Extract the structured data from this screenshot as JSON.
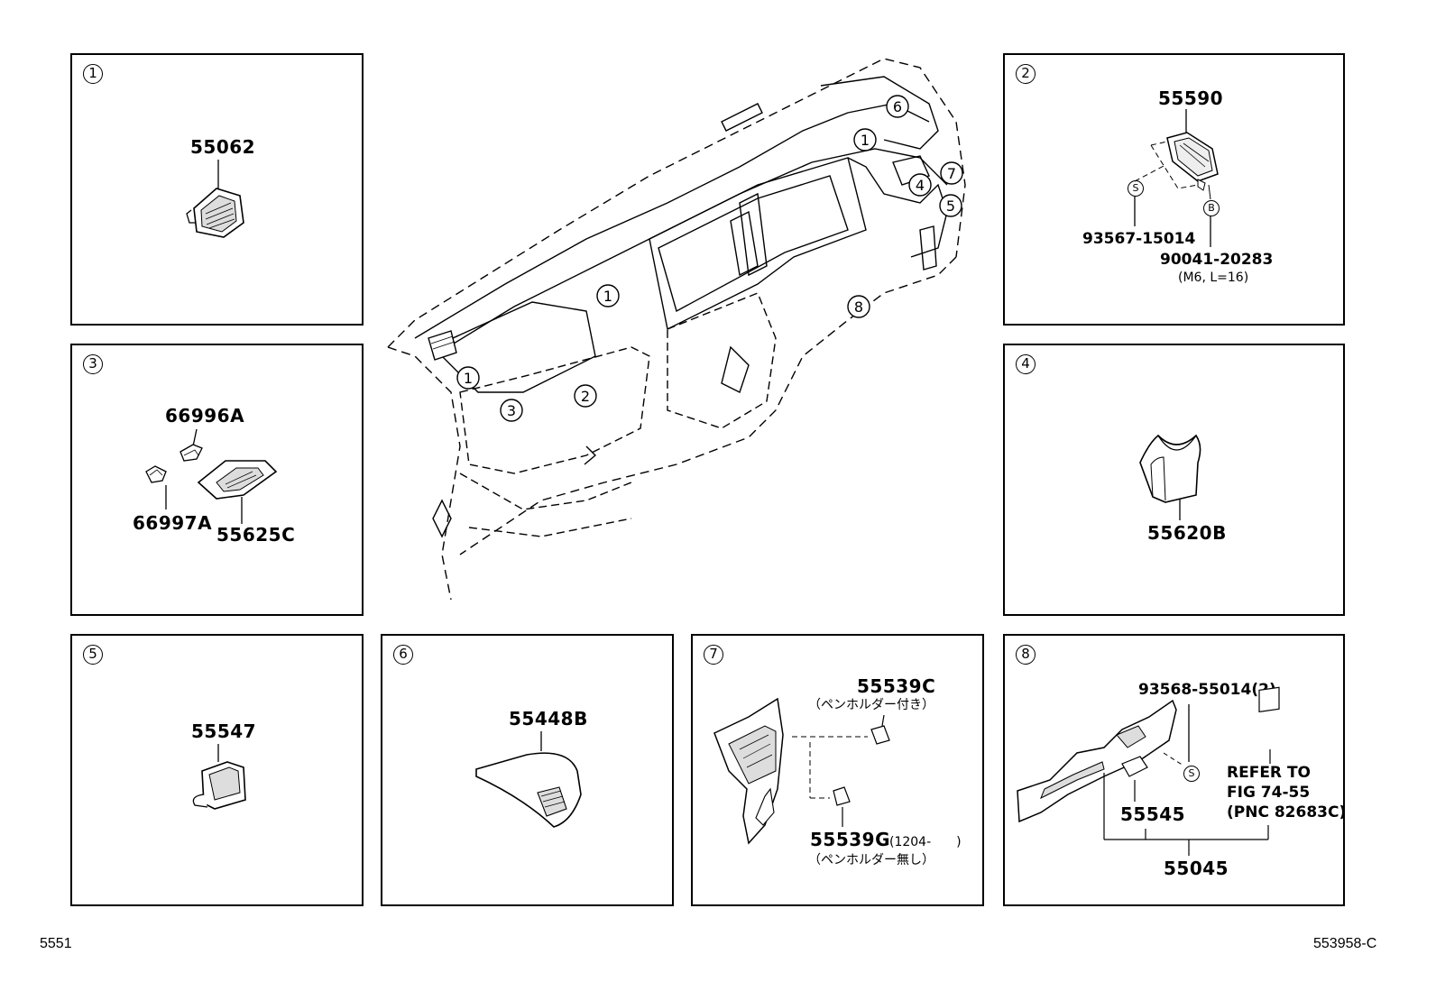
{
  "panels": {
    "p1": {
      "num": "1",
      "parts": {
        "a": "55062"
      }
    },
    "p2": {
      "num": "2",
      "parts": {
        "a": "55590",
        "b": "93567-15014",
        "c": "90041-20283",
        "c_note": "(M6, L=16)",
        "s_mark": "S",
        "b_mark": "B"
      }
    },
    "p3": {
      "num": "3",
      "parts": {
        "a": "66996A",
        "b": "66997A",
        "c": "55625C"
      }
    },
    "p4": {
      "num": "4",
      "parts": {
        "a": "55620B"
      }
    },
    "p5": {
      "num": "5",
      "parts": {
        "a": "55547"
      }
    },
    "p6": {
      "num": "6",
      "parts": {
        "a": "55448B"
      }
    },
    "p7": {
      "num": "7",
      "parts": {
        "a": "55539C",
        "a_note": "（ペンホルダー付き）",
        "b": "55539G",
        "b_note": "(1204-　　)",
        "b_note2": "（ペンホルダー無し）"
      }
    },
    "p8": {
      "num": "8",
      "parts": {
        "a": "93568-55014(2)",
        "b": "55545",
        "c": "55045",
        "s_mark": "S",
        "ref1": "REFER TO",
        "ref2": "FIG 74-55",
        "ref3": "(PNC 82683C)"
      }
    }
  },
  "dashboard_callouts": {
    "c1a": "1",
    "c1b": "1",
    "c1c": "1",
    "c2": "2",
    "c3": "3",
    "c4": "4",
    "c5": "5",
    "c6": "6",
    "c7": "7",
    "c8": "8"
  },
  "footer": {
    "left": "5551",
    "right": "553958-C"
  }
}
